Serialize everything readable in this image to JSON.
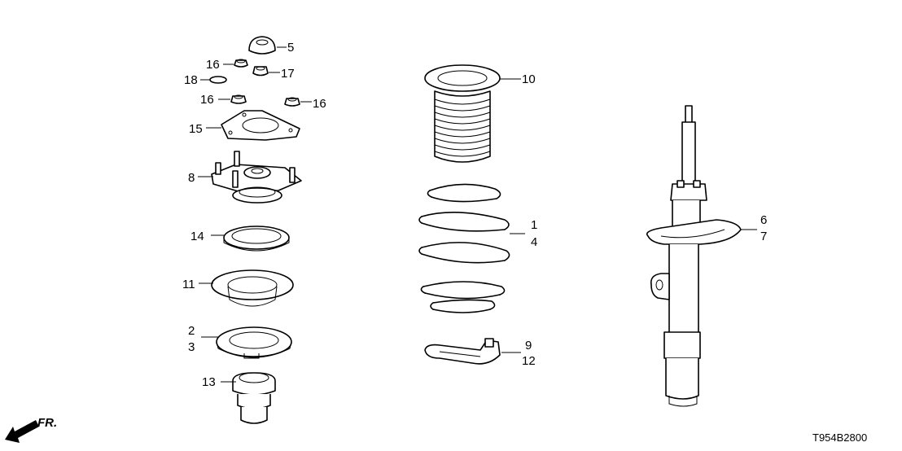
{
  "diagram": {
    "diagram_code": "T954B2800",
    "direction_label": "FR.",
    "callouts": {
      "c1": "1",
      "c2": "2",
      "c3": "3",
      "c4": "4",
      "c5": "5",
      "c6": "6",
      "c7": "7",
      "c8": "8",
      "c9": "9",
      "c10": "10",
      "c11": "11",
      "c12": "12",
      "c13": "13",
      "c14": "14",
      "c15": "15",
      "c16a": "16",
      "c16b": "16",
      "c16c": "16",
      "c17": "17",
      "c18": "18"
    }
  }
}
